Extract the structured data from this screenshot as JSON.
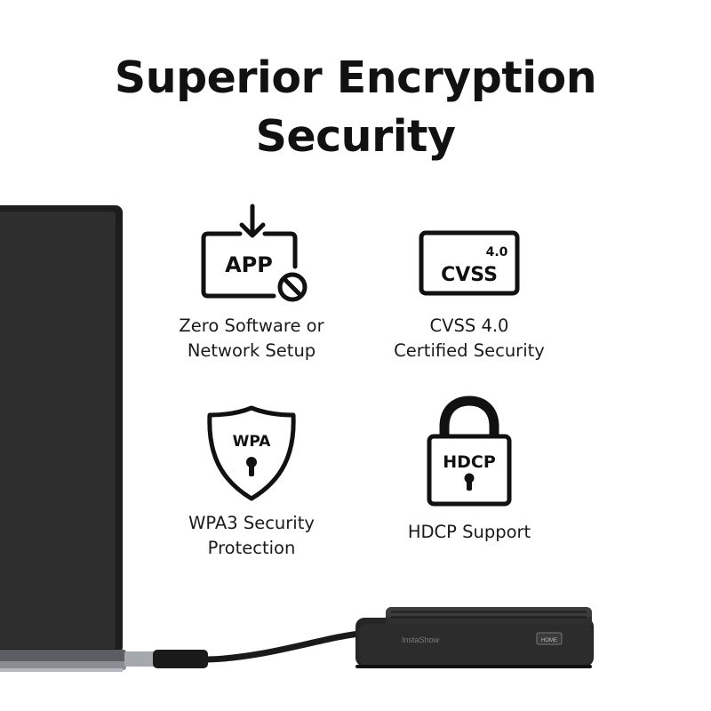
{
  "title": {
    "line1": "Superior Encryption",
    "line2": "Security"
  },
  "features": [
    {
      "icon": "app-download-blocked-icon",
      "icon_text": "APP",
      "label_line1": "Zero Software or",
      "label_line2": "Network Setup"
    },
    {
      "icon": "cvss-badge-icon",
      "icon_text_top": "4.0",
      "icon_text": "CVSS",
      "label_line1": "CVSS 4.0",
      "label_line2": "Certified Security"
    },
    {
      "icon": "shield-keyhole-icon",
      "icon_text": "WPA",
      "label_line1": "WPA3 Security",
      "label_line2": "Protection"
    },
    {
      "icon": "padlock-icon",
      "icon_text": "HDCP",
      "label_line1": "HDCP Support",
      "label_line2": ""
    }
  ],
  "device": {
    "brand": "InstaShow",
    "button_label": "HOME"
  },
  "colors": {
    "text": "#111111",
    "laptop": "#262626",
    "device": "#2b2b2b"
  }
}
